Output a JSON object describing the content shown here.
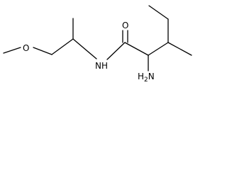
{
  "molecule": {
    "atoms": {
      "oxygen_ether": "O",
      "oxygen_carbonyl": "O",
      "amide_nh": "NH",
      "amine": {
        "base": "H",
        "subscript": "2",
        "suffix": "N"
      }
    },
    "colors": {
      "bond": "#000000",
      "label": "#000000",
      "background": "#ffffff"
    }
  }
}
